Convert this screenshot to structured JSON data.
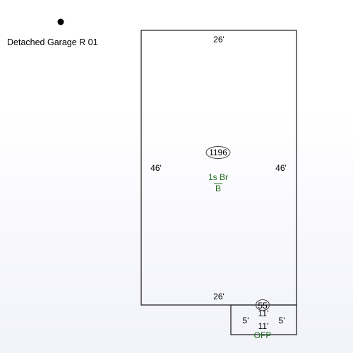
{
  "sketch": {
    "building_label": "Detached Garage R 01",
    "main_area": {
      "top_dim": "26'",
      "bottom_dim": "26'",
      "left_dim": "46'",
      "right_dim": "46'",
      "area": "1196",
      "code": "1s Br",
      "code_sub": "B"
    },
    "porch": {
      "area": "55",
      "top_dim": "11'",
      "bottom_dim": "11'",
      "left_dim": "5'",
      "right_dim": "5'",
      "code": "OFP"
    },
    "colors": {
      "line": "#000000",
      "code_text": "#1e6b1e"
    }
  }
}
